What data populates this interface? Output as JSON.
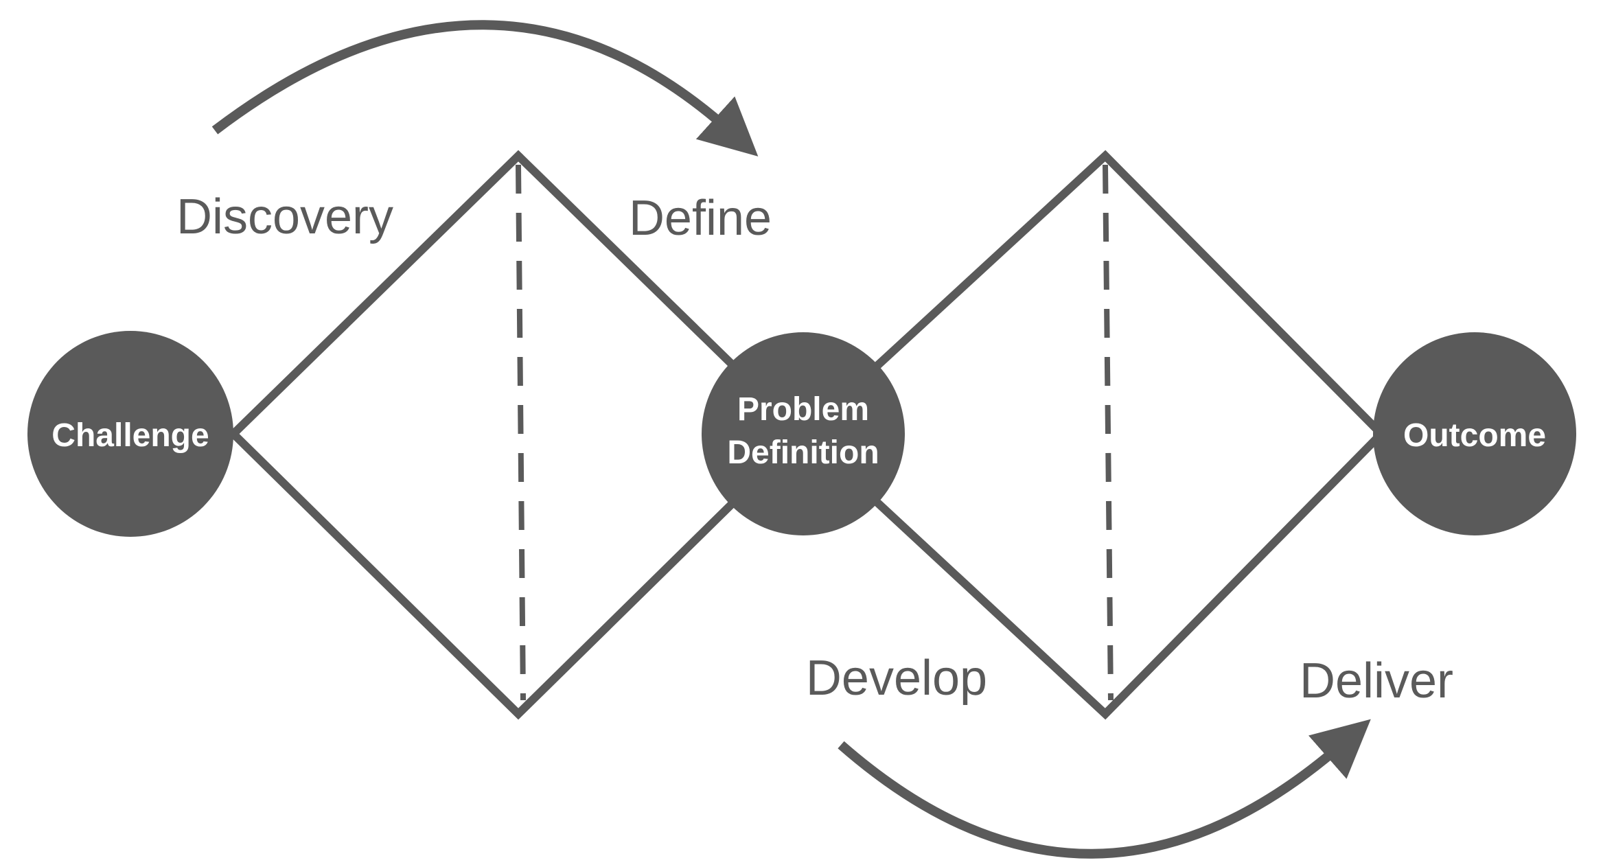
{
  "diagram": {
    "colors": {
      "stroke": "#5a5a5a",
      "node_fill": "#5a5a5a",
      "node_text": "#ffffff",
      "background": "#ffffff"
    },
    "phases": {
      "discovery": "Discovery",
      "define": "Define",
      "develop": "Develop",
      "deliver": "Deliver"
    },
    "nodes": {
      "challenge": "Challenge",
      "problem_definition_line1": "Problem",
      "problem_definition_line2": "Definition",
      "outcome": "Outcome"
    }
  }
}
